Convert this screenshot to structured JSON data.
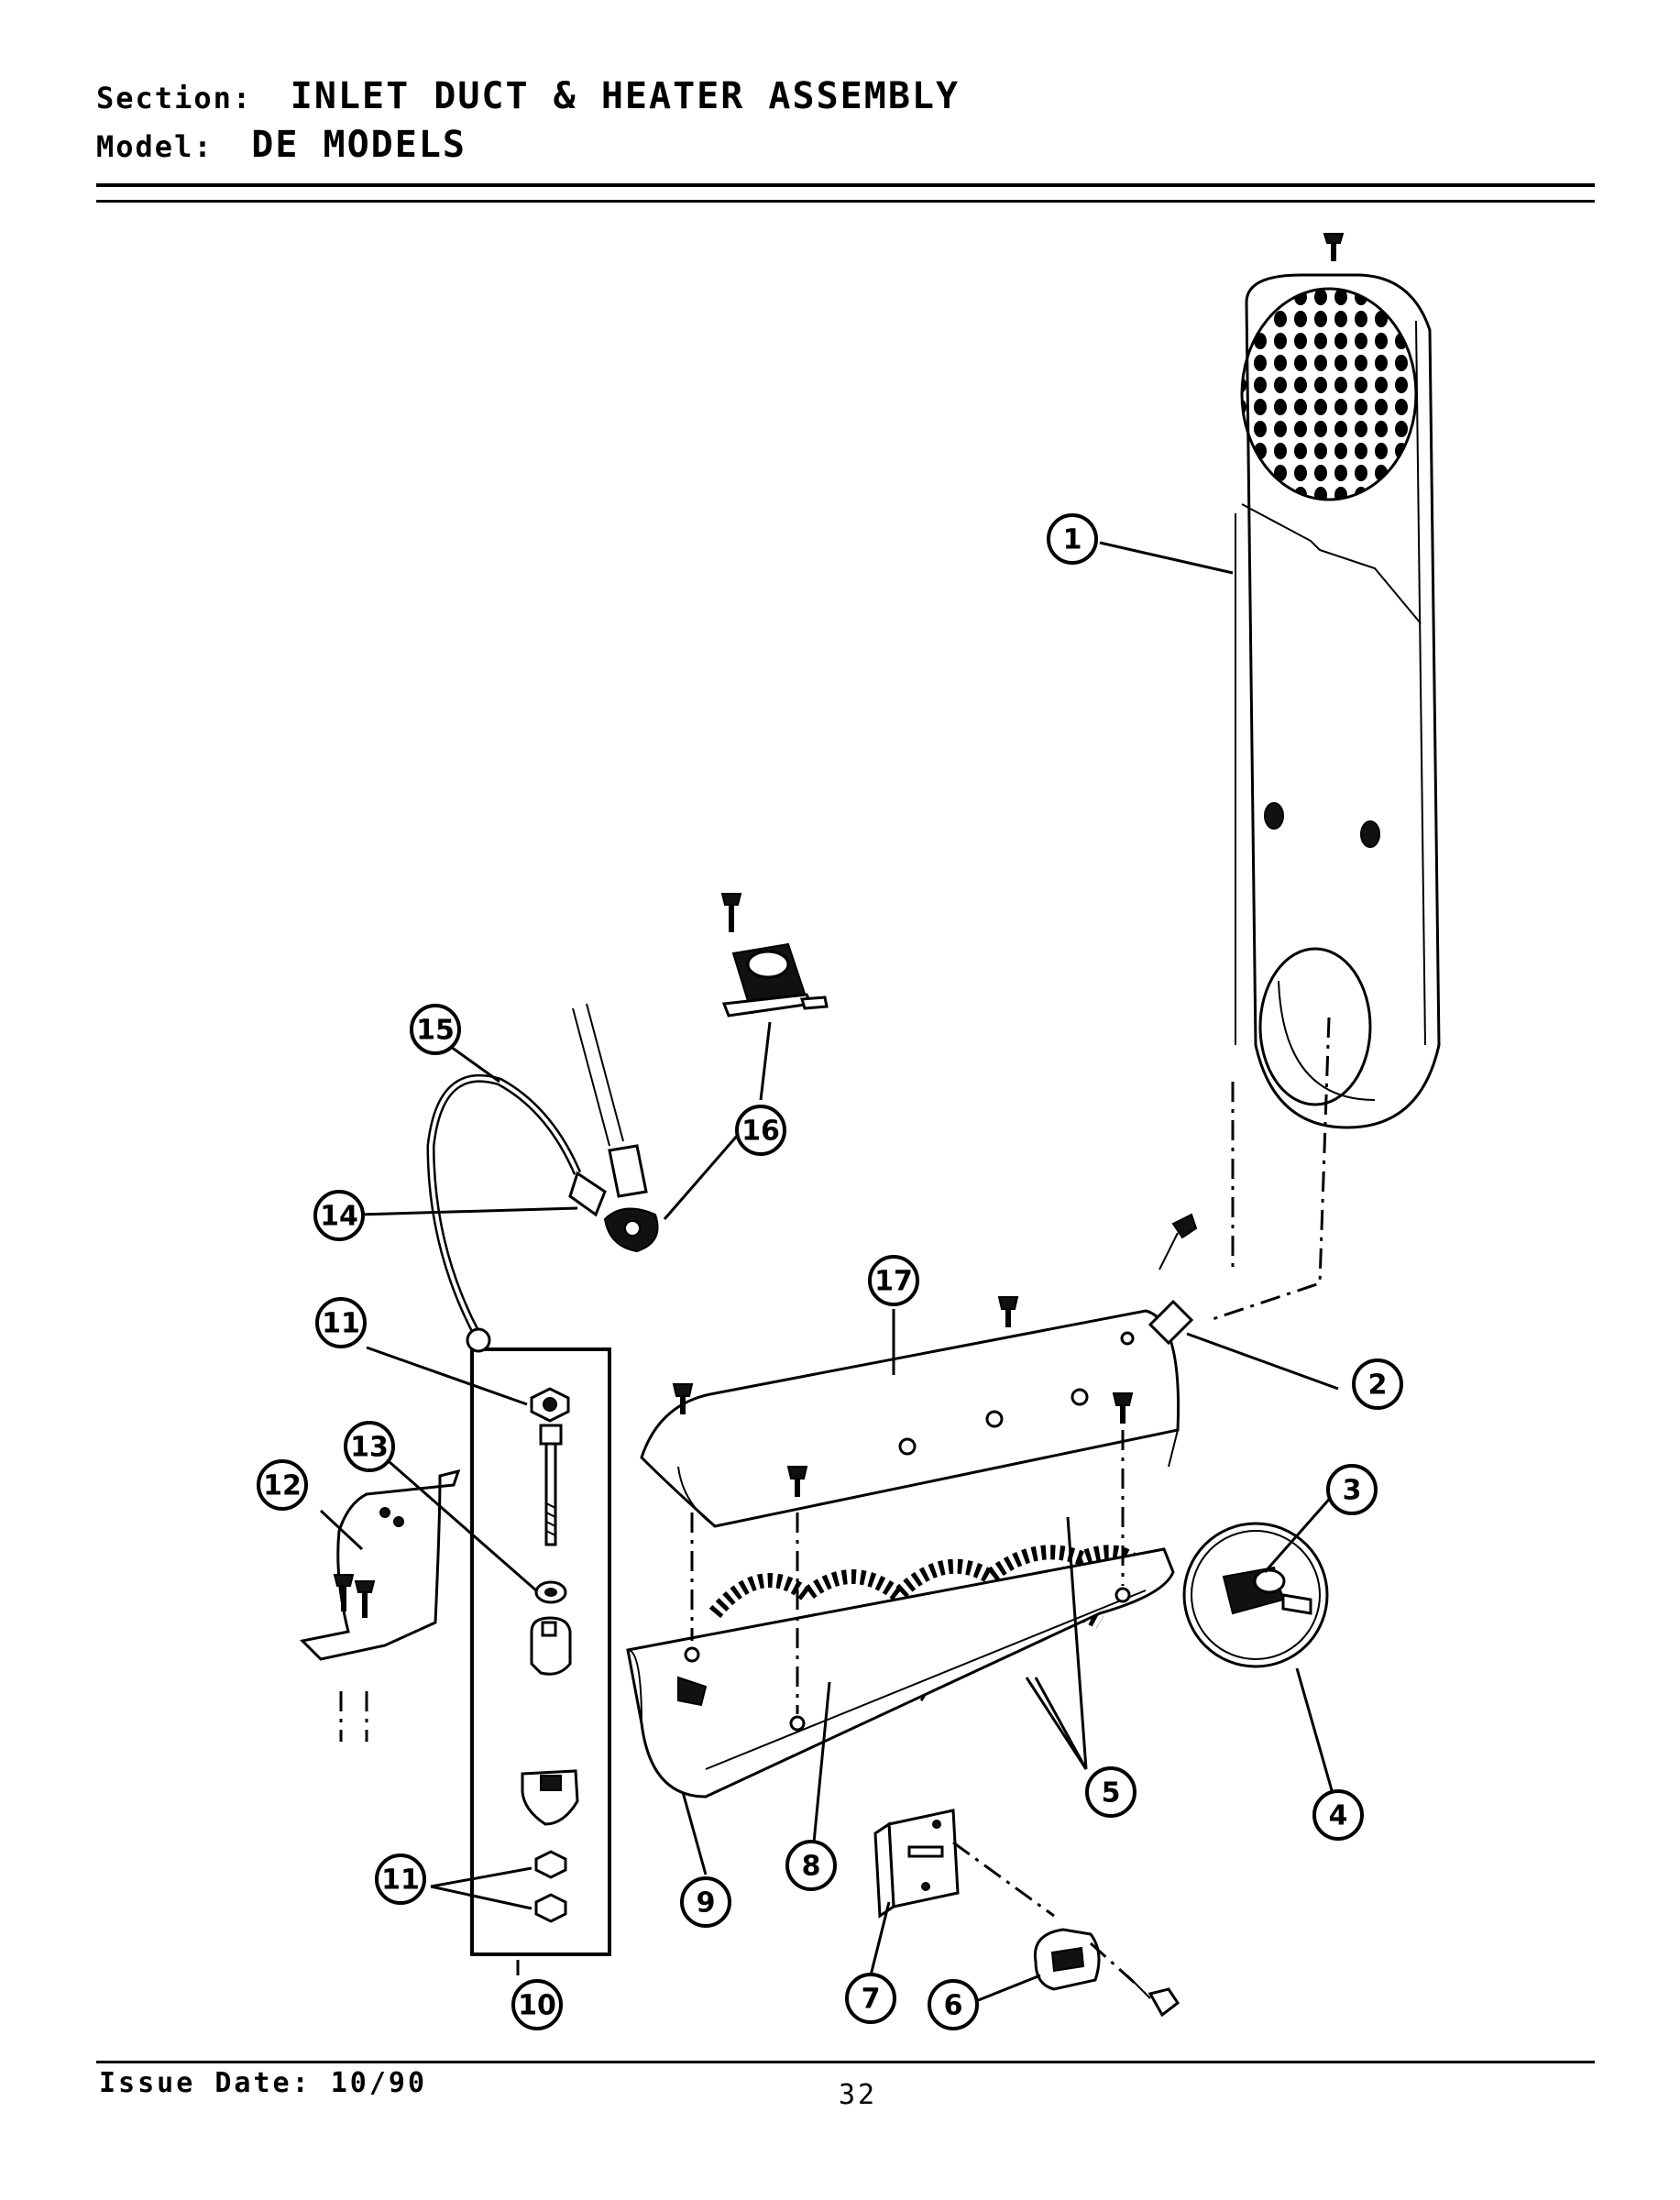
{
  "header": {
    "section_label": "Section:",
    "section_value": "INLET DUCT & HEATER ASSEMBLY",
    "model_label": "Model:",
    "model_value": "DE MODELS"
  },
  "footer": {
    "issue_date": "Issue Date: 10/90",
    "page_number": "32"
  },
  "callouts": [
    "1",
    "2",
    "3",
    "4",
    "5",
    "6",
    "7",
    "8",
    "9",
    "10",
    "11",
    "11",
    "12",
    "13",
    "14",
    "15",
    "16",
    "17"
  ]
}
